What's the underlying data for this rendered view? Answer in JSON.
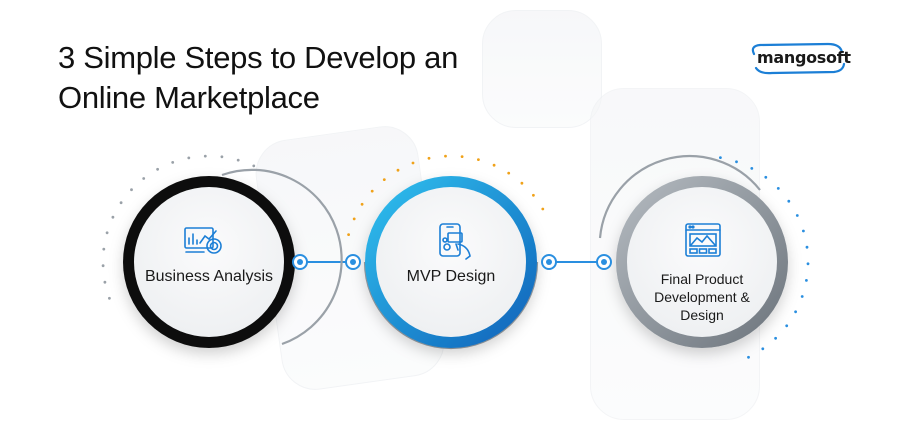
{
  "title": {
    "line1": "3 Simple Steps to Develop an",
    "line2": "Online Marketplace"
  },
  "logo": {
    "text": "mangosoft",
    "accent": "#1c7fd6"
  },
  "colors": {
    "step1_ring": "#0c0c0c",
    "step2_ring": "#1a86d9",
    "step3_ring": "#7f8890",
    "dots_gray": "#9aa1a8",
    "dots_orange": "#f0a21a",
    "dots_blue": "#2a8fe0",
    "connector": "#2a8fe0",
    "icon_blue": "#1c7fd6"
  },
  "steps": [
    {
      "label": "Business Analysis",
      "icon": "analytics-chart-icon"
    },
    {
      "label": "MVP Design",
      "icon": "mobile-design-icon"
    },
    {
      "label_lines": [
        "Final Product",
        "Development &",
        "Design"
      ],
      "icon": "browser-layout-icon"
    }
  ]
}
